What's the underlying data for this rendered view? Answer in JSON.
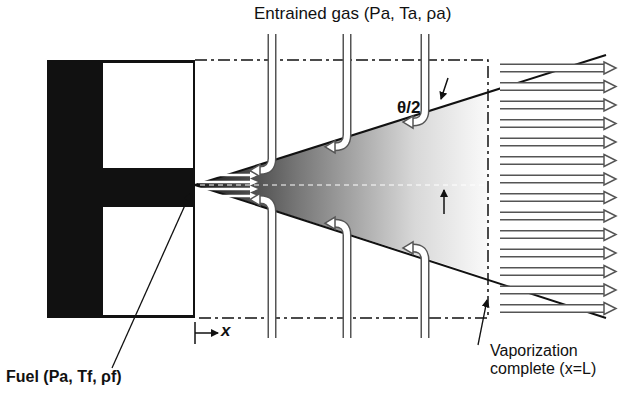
{
  "diagram": {
    "labels": [
      "Entrained gas (Pa, Ta, ρa)",
      "θ/2",
      "x",
      "Fuel (Pa, Tf, ρf)",
      "Vaporization complete (x=L)"
    ]
  }
}
